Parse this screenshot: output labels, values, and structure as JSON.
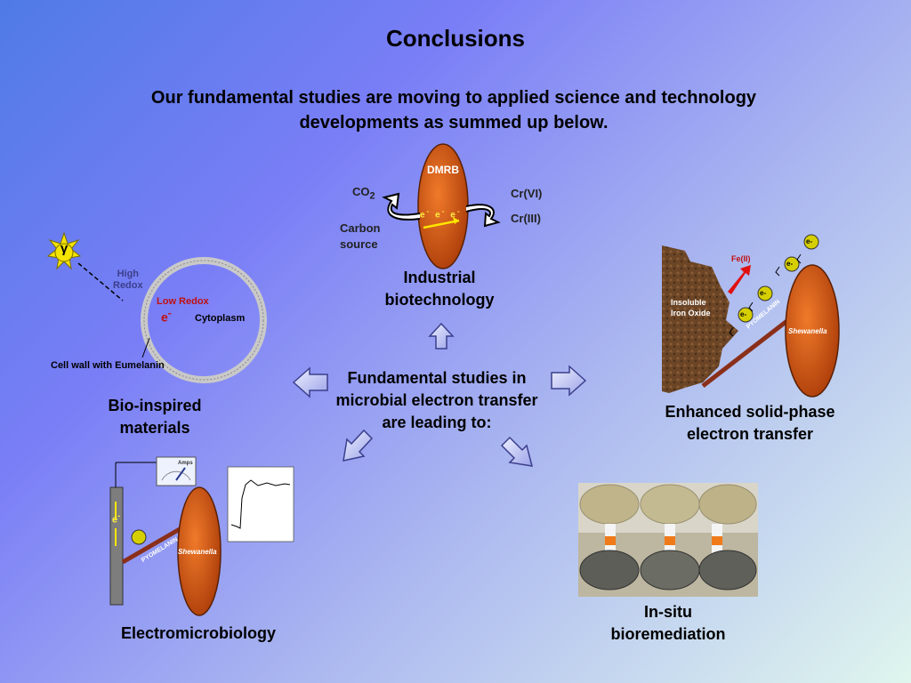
{
  "title": "Conclusions",
  "subtitle": "Our fundamental studies are moving to applied science and technology developments as summed up below.",
  "center": {
    "text": "Fundamental studies in microbial electron transfer are leading to:"
  },
  "industrial": {
    "label": "Industrial biotechnology",
    "dmrb": "DMRB",
    "co2": "CO",
    "co2_sub": "2",
    "carbon": "Carbon",
    "source": "source",
    "cr6": "Cr(VI)",
    "cr3": "Cr(III)",
    "electrons": [
      "e",
      "e",
      "e"
    ],
    "e_sup": "-"
  },
  "bio": {
    "label": "Bio-inspired materials",
    "gamma": "γ",
    "high": "High",
    "redox": "Redox",
    "low_redox": "Low Redox",
    "electron": "e",
    "e_sup": "-",
    "cytoplasm": "Cytoplasm",
    "cell_wall": "Cell wall with Eumelanin"
  },
  "solid": {
    "label": "Enhanced solid-phase electron transfer",
    "fe": "Fe(II)",
    "insoluble": "Insoluble",
    "iron_oxide": "Iron Oxide",
    "pyomelanin": "PYOMELANIN",
    "shewanella": "Shewanella",
    "e_labels": [
      "e-",
      "e-",
      "e-",
      "e-"
    ]
  },
  "electro": {
    "label": "Electromicrobiology",
    "pyomelanin": "PYOMELANIN",
    "shewanella": "Shewanella",
    "electron": "e",
    "e_sup": "-",
    "meter": "Amps"
  },
  "bioremediation": {
    "label": "In-situ bioremediation"
  },
  "colors": {
    "cell": "#d9500f",
    "arrow_fill": "#c8cdf7",
    "arrow_stroke": "#3b3f8c",
    "fe_arrow": "#e01010"
  }
}
